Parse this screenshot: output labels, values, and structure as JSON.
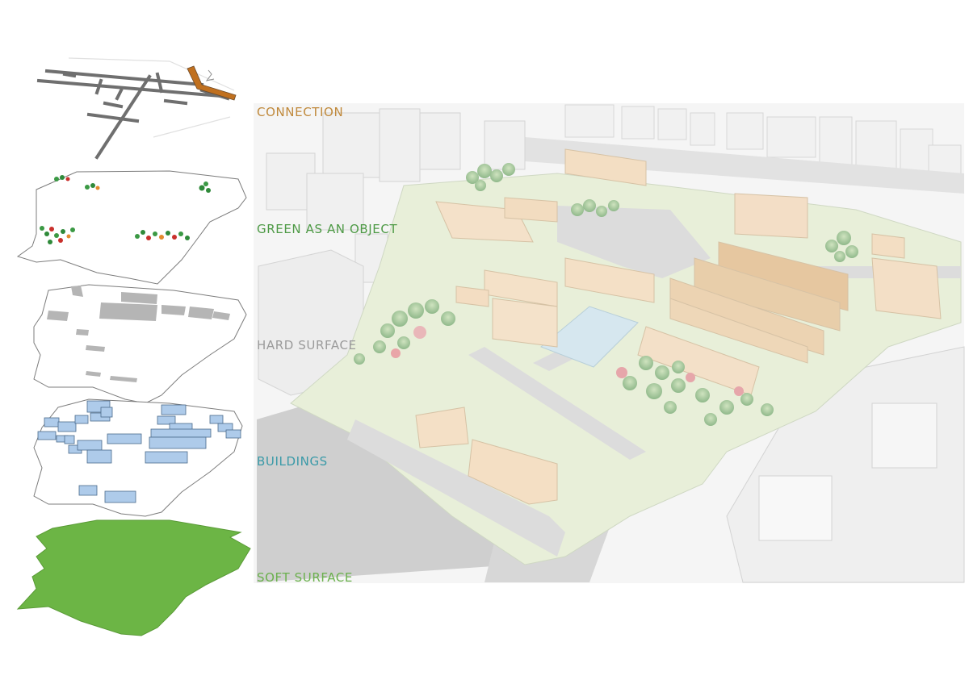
{
  "layers": [
    {
      "id": "connection",
      "label": "CONNECTION",
      "color": "#c0893b"
    },
    {
      "id": "green",
      "label": "GREEN AS AN OBJECT",
      "color": "#4e9a46"
    },
    {
      "id": "hard",
      "label": "HARD SURFACE",
      "color": "#9a9a9a"
    },
    {
      "id": "buildings",
      "label": "BUILDINGS",
      "color": "#3a9aa8"
    },
    {
      "id": "soft",
      "label": "SOFT SURFACE",
      "color": "#6ab04c"
    }
  ],
  "colors": {
    "road": "#6e6e6e",
    "connector": "#c0701f",
    "soft_fill": "#6cb545",
    "hard_fill": "#b3b3b3",
    "building_fill": "#a9c6e6",
    "site_ground": "#e4ecd4",
    "context_buildings": "#f2f2f2",
    "site_buildings": "#f2dcc0"
  }
}
